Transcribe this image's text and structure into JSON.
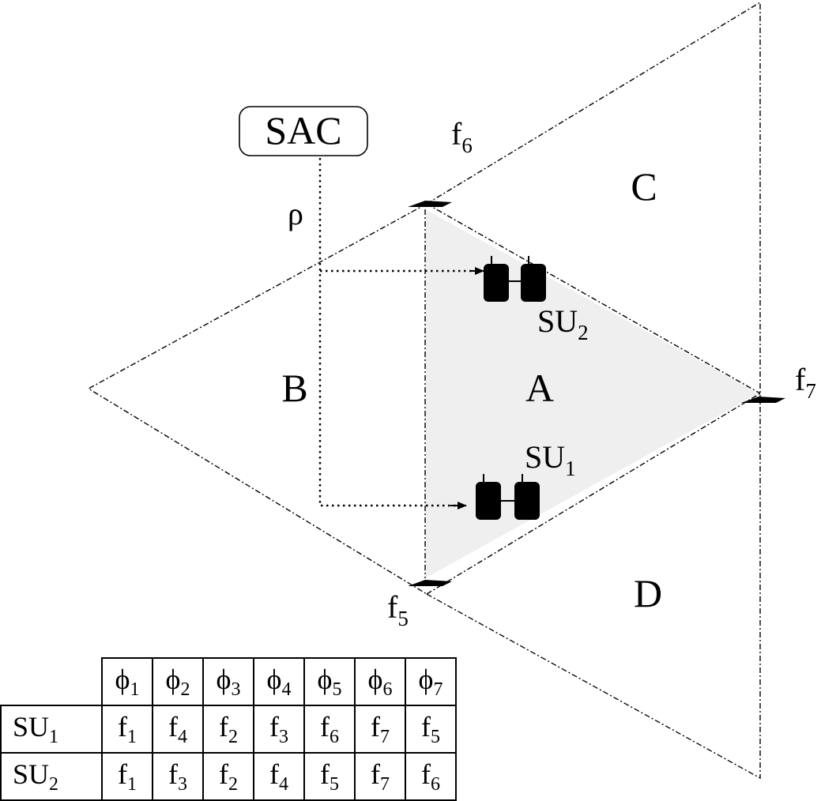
{
  "controller": {
    "label": "SAC",
    "signal_label": "ρ"
  },
  "regions": {
    "a": "A",
    "b": "B",
    "c": "C",
    "d": "D"
  },
  "towers": {
    "f6": {
      "base": "f",
      "sub": "6"
    },
    "f7": {
      "base": "f",
      "sub": "7"
    },
    "f5": {
      "base": "f",
      "sub": "5"
    }
  },
  "users": {
    "su2": {
      "base": "SU",
      "sub": "2"
    },
    "su1": {
      "base": "SU",
      "sub": "1"
    }
  },
  "colors": {
    "shaded_region": "#efefef",
    "line": "#000000"
  },
  "table": {
    "headers": [
      {
        "base": "ϕ",
        "sub": "1"
      },
      {
        "base": "ϕ",
        "sub": "2"
      },
      {
        "base": "ϕ",
        "sub": "3"
      },
      {
        "base": "ϕ",
        "sub": "4"
      },
      {
        "base": "ϕ",
        "sub": "5"
      },
      {
        "base": "ϕ",
        "sub": "6"
      },
      {
        "base": "ϕ",
        "sub": "7"
      }
    ],
    "rows": [
      {
        "label": {
          "base": "SU",
          "sub": "1"
        },
        "cells": [
          {
            "base": "f",
            "sub": "1"
          },
          {
            "base": "f",
            "sub": "4"
          },
          {
            "base": "f",
            "sub": "2"
          },
          {
            "base": "f",
            "sub": "3"
          },
          {
            "base": "f",
            "sub": "6"
          },
          {
            "base": "f",
            "sub": "7"
          },
          {
            "base": "f",
            "sub": "5"
          }
        ]
      },
      {
        "label": {
          "base": "SU",
          "sub": "2"
        },
        "cells": [
          {
            "base": "f",
            "sub": "1"
          },
          {
            "base": "f",
            "sub": "3"
          },
          {
            "base": "f",
            "sub": "2"
          },
          {
            "base": "f",
            "sub": "4"
          },
          {
            "base": "f",
            "sub": "5"
          },
          {
            "base": "f",
            "sub": "7"
          },
          {
            "base": "f",
            "sub": "6"
          }
        ]
      }
    ]
  }
}
